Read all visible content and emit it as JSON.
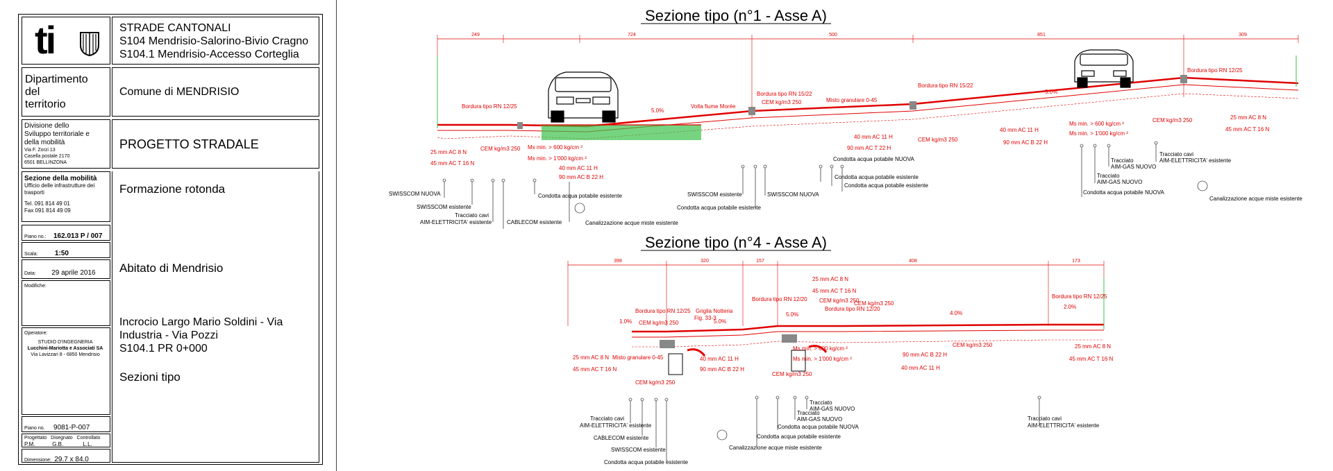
{
  "title_block": {
    "logo_text": "ti",
    "header_lines": [
      "STRADE CANTONALI",
      "S104 Mendrisio-Salorino-Bivio Cragno",
      "S104.1 Mendrisio-Accesso Corteglia"
    ],
    "department": [
      "Dipartimento",
      "del",
      "territorio"
    ],
    "municipality": "Comune di MENDRISIO",
    "division": [
      "Divisione dello",
      "Sviluppo territoriale e",
      "della mobilità"
    ],
    "division_address": [
      "Via F. Zorzi 13",
      "Casella postale 2170",
      "6501 BELLINZONA"
    ],
    "project_type": "PROGETTO STRADALE",
    "section_title": "Sezione della mobilità",
    "section_sub": [
      "Ufficio delle infrastrutture dei",
      "trasporti"
    ],
    "tel": "Tel.   091 814 49 01",
    "fax": "Fax    091 814 49 09",
    "subject": "Formazione rotonda",
    "piano_label": "Piano no.:",
    "piano_value": "162.013 P / 007",
    "scala_label": "Scala:",
    "scala_value": "1:50",
    "data_label": "Data:",
    "data_value": "29 aprile 2016",
    "modifiche_label": "Modifiche:",
    "location": "Abitato di Mendrisio",
    "operatore_label": "Operatore:",
    "operatore": [
      "STUDIO D'INGEGNERIA",
      "Lucchini-Mariotta e Associati SA",
      "Via Lavizzari 8 - 6850 Mendrisio"
    ],
    "description": [
      "Incrocio Largo Mario Soldini - Via",
      "Industria - Via Pozzi",
      "S104.1 PR 0+000"
    ],
    "sheet_name": "Sezioni tipo",
    "plan_no_label": "Piano no.",
    "plan_no_value": "9081-P-007",
    "role_labels": [
      "Progettato",
      "Disegnato",
      "Controllato"
    ],
    "role_values": [
      "P.M.",
      "G.B.",
      "L.L."
    ],
    "dimension_label": "Dimensione:",
    "dimension_value": "29.7 x 84.0"
  },
  "section1": {
    "title": "Sezione tipo (n°1 - Asse A)",
    "dims": [
      "249",
      "724",
      "500",
      "851",
      "309"
    ],
    "labels_red": [
      "Bordura tipo RN 12/25",
      "Volta fiume Morée",
      "Bordura tipo RN 15/22",
      "CEM kg/m3 250",
      "Misto granulare 0-45",
      "Bordura tipo RN 15/22",
      "Bordura tipo RN 12/25",
      "5.0%",
      "5.0%",
      "25 mm AC 8 N",
      "45 mm AC T 16 N",
      "CEM kg/m3 250",
      "Ms min. > 600 kg/cm ²",
      "Ms min. > 1'000 kg/cm ²",
      "40 mm AC 11 H",
      "90 mm AC B 22 H",
      "40 mm AC 11 H",
      "90 mm AC T 22 H",
      "CEM kg/m3 250",
      "40 mm AC 11 H",
      "90 mm AC B 22 H",
      "Ms min. > 600 kg/cm ²",
      "Ms min. > 1'000 kg/cm ²",
      "CEM kg/m3 250",
      "25 mm AC 8 N",
      "45 mm AC T 16 N"
    ],
    "labels_black": [
      "SWISSCOM NUOVA",
      "SWISSCOM esistente",
      "Tracciato cavi",
      "AIM-ELETTRICITA' esistente",
      "CABLECOM esistente",
      "Condotta acqua potabile esistente",
      "Canalizzazione acque miste esistente",
      "SWISSCOM esistente",
      "Condotta acqua potabile esistente",
      "SWISSCOM NUOVA",
      "Condotta acqua potabile NUOVA",
      "Condotta acqua potabile esistente",
      "Condotta acqua potabile esistente",
      "Tracciato",
      "AIM-GAS NUOVO",
      "Tracciato",
      "AIM-GAS NUOVO",
      "Condotta acqua potabile NUOVA",
      "Tracciato cavi",
      "AIM-ELETTRICITA' esistente",
      "Canalizzazione acque miste esistente"
    ]
  },
  "section4": {
    "title": "Sezione tipo (n°4 - Asse A)",
    "dims": [
      "398",
      "320",
      "157",
      "408",
      "173"
    ],
    "labels_red": [
      "Bordura tipo RN 12/25",
      "Griglia Notteria",
      "Fig. 33-3",
      "CEM kg/m3 250",
      "Bordura tipo RN 12/20",
      "25 mm AC 8 N",
      "45 mm AC T 16 N",
      "CEM kg/m3 250",
      "Bordura tipo RN 12/20",
      "Bordura tipo RN 12/25",
      "1.0%",
      "5.0%",
      "5.0%",
      "4.0%",
      "2.0%",
      "25 mm AC 8 N",
      "45 mm AC T 16 N",
      "Misto granulare 0-45",
      "40 mm AC 11 H",
      "90 mm AC B 22 H",
      "CEM kg/m3 250",
      "Ms min. > 600 kg/cm ²",
      "Ms min. > 1'000 kg/cm ²",
      "CEM kg/m3 250",
      "90 mm AC B 22 H",
      "40 mm AC 11 H",
      "CEM kg/m3 250",
      "25 mm AC 8 N",
      "45 mm AC T 16 N",
      "CEM kg/m3 250"
    ],
    "labels_black": [
      "Tracciato cavi",
      "AIM-ELETTRICITA' esistente",
      "CABLECOM esistente",
      "SWISSCOM esistente",
      "Condotta acqua potabile esistente",
      "Canalizzazione acque miste esistente",
      "Condotta acqua potabile esistente",
      "Condotta acqua potabile NUOVA",
      "Tracciato",
      "AIM-GAS NUOVO",
      "Tracciato",
      "AIM-GAS NUOVO",
      "Tracciato cavi",
      "AIM-ELETTRICITA' esistente"
    ]
  }
}
